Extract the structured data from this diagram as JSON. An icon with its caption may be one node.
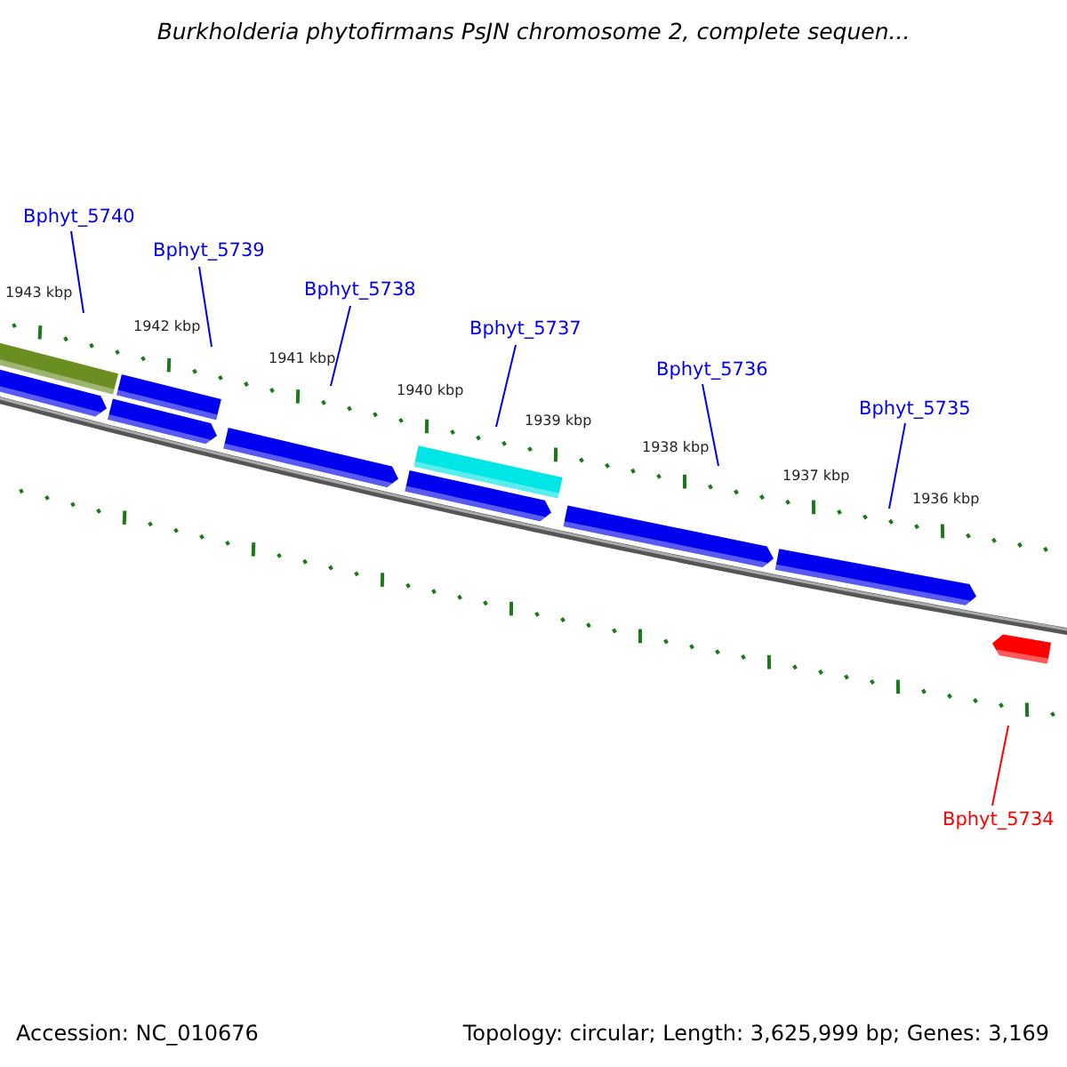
{
  "diagram": {
    "title": "Burkholderia phytofirmans PsJN chromosome 2, complete sequen...",
    "nodes": [
      {
        "text": [
          "Bphyt_5740"
        ]
      },
      {
        "text": [
          "Bphyt_5739"
        ]
      },
      {
        "text": [
          "Bphyt_5738"
        ]
      },
      {
        "text": [
          "Bphyt_5737"
        ]
      },
      {
        "text": [
          "Bphyt_5736"
        ]
      },
      {
        "text": [
          "Bphyt_5735"
        ]
      },
      {
        "text": [
          "Bphyt_5734"
        ]
      }
    ],
    "edges": [
      {
        "from": 0,
        "to": null,
        "arrow": "none"
      },
      {
        "from": 1,
        "to": null,
        "arrow": "none"
      },
      {
        "from": 2,
        "to": null,
        "arrow": "none"
      },
      {
        "from": 3,
        "to": null,
        "arrow": "none"
      },
      {
        "from": 4,
        "to": null,
        "arrow": "none"
      },
      {
        "from": 5,
        "to": null,
        "arrow": "none"
      },
      {
        "from": 6,
        "to": null,
        "arrow": "none",
        "color": "#ff0000"
      }
    ],
    "labels": [
      "1943 kbp",
      "1942 kbp",
      "1941 kbp",
      "1940 kbp",
      "1939 kbp",
      "1938 kbp",
      "1937 kbp",
      "1936 kbp",
      "Accession: NC_010676",
      "Topology: circular; Length: 3,625,999 bp; Genes: 3,169"
    ]
  }
}
